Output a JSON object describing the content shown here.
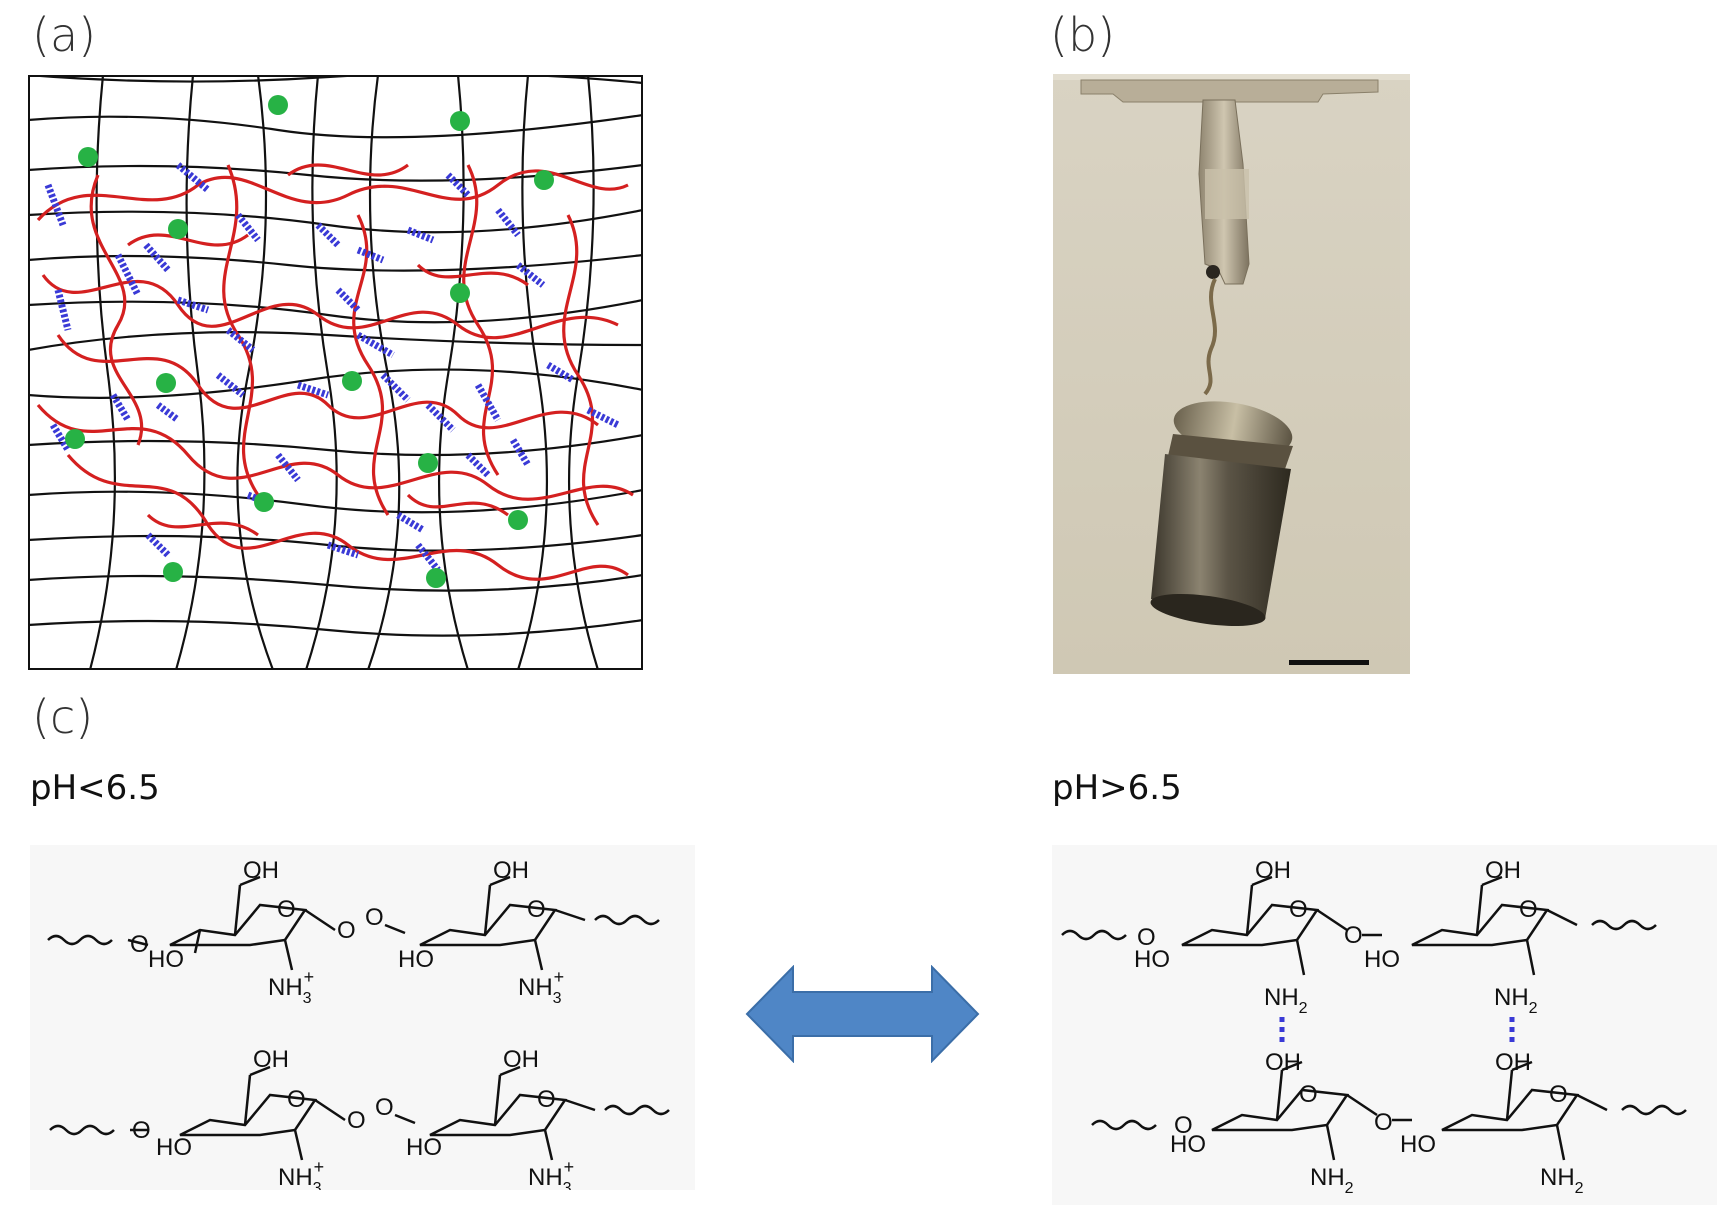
{
  "panels": {
    "a": "(a)",
    "b": "(b)",
    "c": "(c)"
  },
  "ph_low": "pH<6.5",
  "ph_high": "pH>6.5",
  "chem": {
    "oh": "OH",
    "ho": "HO",
    "o": "O",
    "nh3_main": "NH",
    "nh3_sub": "3",
    "nh3_sup": "+",
    "nh2_main": "NH",
    "nh2_sub": "2"
  },
  "colors": {
    "network_black": "#111111",
    "network_red": "#d42020",
    "crosslink_green": "#27b245",
    "hbond_blue": "#3a3ad6",
    "arrow_blue": "#4f86c6",
    "arrow_edge": "#3b6ea8",
    "photo_bg": "#d6d0bf",
    "chem_bg": "#f7f7f7"
  },
  "icons": {
    "double_arrow": "double-headed-arrow-icon",
    "weight": "brass-weight-photo"
  }
}
